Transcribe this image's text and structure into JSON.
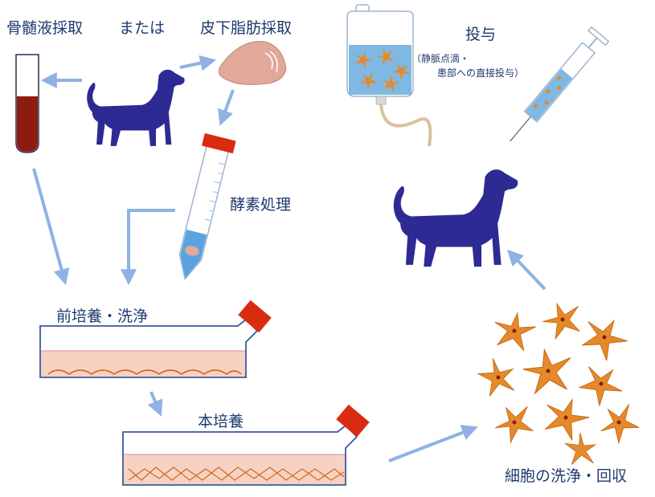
{
  "labels": {
    "bone_marrow": "骨髄液採取",
    "or": "または",
    "adipose": "皮下脂肪採取",
    "enzyme": "酵素処理",
    "pre_culture": "前培養・洗浄",
    "main_culture": "本培養",
    "wash_collect": "細胞の洗浄・回収",
    "administration": "投与",
    "admin_detail_1": "（静脈点滴・",
    "admin_detail_2": "患部への直接投与）"
  },
  "colors": {
    "dog": "#2e2a94",
    "arrow": "#8fb1e3",
    "label": "#1e3a6e",
    "cap_red": "#d92b10",
    "blood": "#8e1b10",
    "cell_orange": "#e58a2a",
    "fat_pink": "#e2a899",
    "medium_pink": "#f6d2c3",
    "iv_blue": "#7fb8e2"
  }
}
